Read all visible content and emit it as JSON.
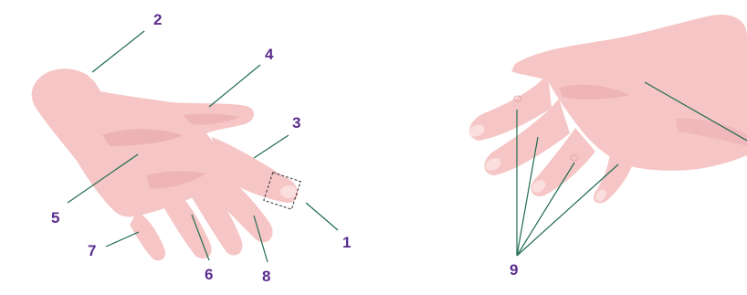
{
  "colors": {
    "skin": "#f6c6c6",
    "skin_shadow": "#e9a9ad",
    "skin_highlight": "#fbdede",
    "leader_line": "#1f6b4f",
    "label": "#5b2d8e"
  },
  "callouts": {
    "c1": "1",
    "c2": "2",
    "c3": "3",
    "c4": "4",
    "c5": "5",
    "c6": "6",
    "c7": "7",
    "c8": "8",
    "c9": "9"
  }
}
